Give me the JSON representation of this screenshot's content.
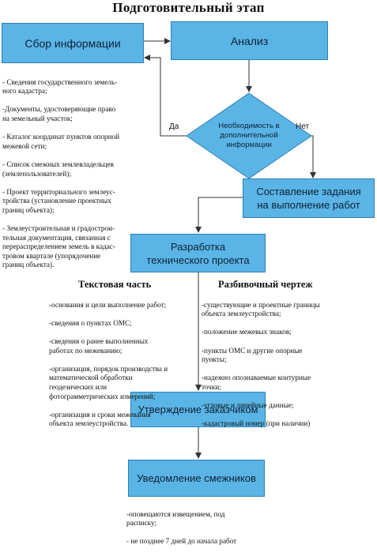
{
  "title": "Подготовительный этап",
  "nodes": {
    "collect": "Сбор информации",
    "analysis": "Анализ",
    "decision": [
      "Необходимость в",
      "дополнительной",
      "информации"
    ],
    "task": [
      "Составление задания",
      "на выполнение работ"
    ],
    "project": [
      "Разработка",
      "технического проекта"
    ],
    "approval": "Утверждение заказчиком",
    "notify": "Уведомление смежников"
  },
  "branches": {
    "yes": "Да",
    "no": "Нет"
  },
  "collect_notes": [
    "- Сведения государственного земель-\nного кадастра;",
    "-Документы, удостоверяющие право\nна земельный участок;",
    "- Каталог координат пунктов опорной\nмежевой сети;",
    " - Список смежных землевладельцев\n(землепользователей);",
    " - Проект территориального землеус-\nтройства (установление проектных\nграниц объекта);",
    " - Землеустроительная и градострои-\nтельная документация, связанная с\nперераспределением земель в кадас-\nтровом квартале (упорядочение\nграниц объекта)."
  ],
  "text_part": {
    "heading": "Текстовая часть",
    "items": [
      "-основания и цели выполнение работ;",
      "-сведения о пунктах ОМС;",
      "-сведения о ранее выполненных\nработах по межеванию;",
      "-организация, порядок производства и\nматематической обработки\nгеодезических или\nфотограмметрических измерений;",
      "-организация и сроки межевания\nобъекта землеустройства."
    ]
  },
  "layout_plan": {
    "heading": "Разбивочный чертеж",
    "items": [
      "-существующие и проектные границы\nобъекта землеустройства;",
      "-положение межевых знаков;",
      "-пункты ОМС и другие опорные\nпункты;",
      "-надежно опознаваемые контурные\nточки;",
      "-угловые и линейные данные;",
      "-кадастровый номер (при наличии)"
    ]
  },
  "notify_notes": [
    "-оповещаются извещением, под\nрасписку;",
    "- не позднее 7 дней до начала работ"
  ],
  "colors": {
    "box_fill": "#5ab4e6",
    "box_border": "#2e7fb6",
    "line": "#333333"
  }
}
